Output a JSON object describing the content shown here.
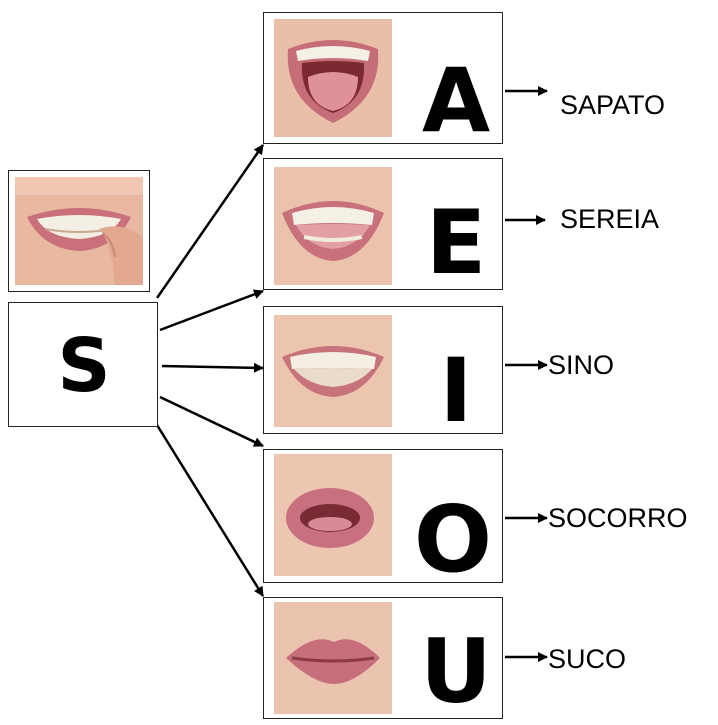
{
  "source": {
    "letter": "S",
    "photo": "mouth-s-sound-photo"
  },
  "vowels": [
    {
      "letter": "A",
      "word": "SAPATO",
      "photo": "mouth-open-a-photo"
    },
    {
      "letter": "E",
      "word": "SEREIA",
      "photo": "mouth-smile-e-photo"
    },
    {
      "letter": "I",
      "word": "SINO",
      "photo": "mouth-wide-i-photo"
    },
    {
      "letter": "O",
      "word": "SOCORRO",
      "photo": "mouth-round-o-photo"
    },
    {
      "letter": "U",
      "word": "SUCO",
      "photo": "mouth-pursed-u-photo"
    }
  ]
}
